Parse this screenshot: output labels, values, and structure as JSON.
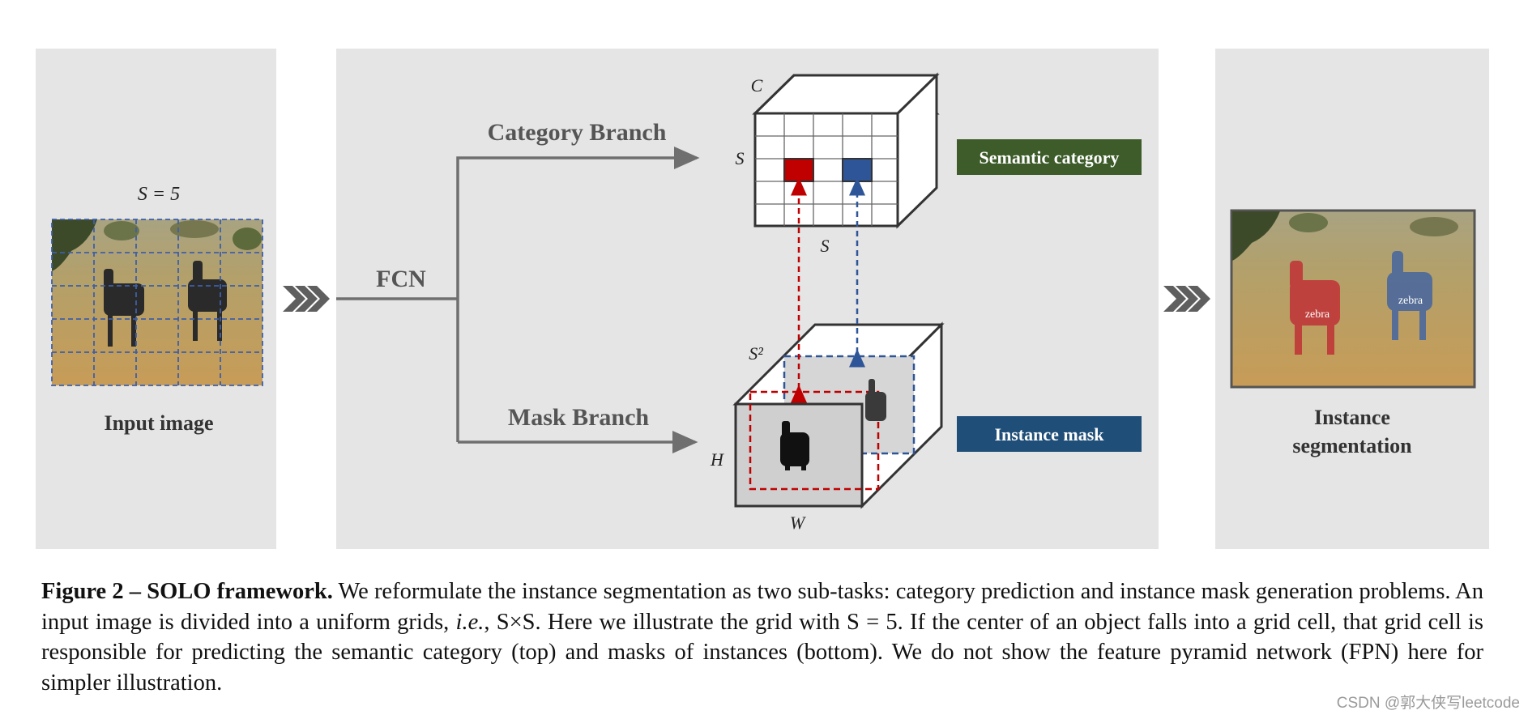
{
  "diagram": {
    "input_panel": {
      "grid_label": "S = 5",
      "title": "Input image"
    },
    "fcn_label": "FCN",
    "category_branch_label": "Category Branch",
    "mask_branch_label": "Mask Branch",
    "category_tensor": {
      "dim_c": "C",
      "dim_s_side": "S",
      "dim_s_bottom": "S"
    },
    "mask_tensor": {
      "dim_s2": "S²",
      "dim_h": "H",
      "dim_w": "W"
    },
    "semantic_category_box": "Semantic category",
    "instance_mask_box": "Instance mask",
    "output_panel": {
      "title_line1": "Instance",
      "title_line2": "segmentation",
      "labels": [
        "zebra",
        "zebra"
      ]
    }
  },
  "caption": {
    "prefix": "Figure 2 – SOLO framework.",
    "body_part1": "We reformulate the instance segmentation as two sub-tasks: category prediction and instance mask generation problems. An input image is divided into a uniform grids,",
    "ie": "i.e.",
    "body_part2": ", S×S. Here we illustrate the grid with S = 5. If the center of an object falls into a grid cell, that grid cell is responsible for predicting the semantic category (top) and masks of instances (bottom). We do not show the feature pyramid network (FPN) here for simpler illustration."
  },
  "watermark": "CSDN @郭大侠写leetcode",
  "colors": {
    "panel_bg": "#e5e5e5",
    "arrow_gray": "#6f6f6f",
    "red": "#c00000",
    "blue": "#2e5597",
    "semantic_box": "#3d5c2a",
    "instance_box": "#1f4e79"
  }
}
